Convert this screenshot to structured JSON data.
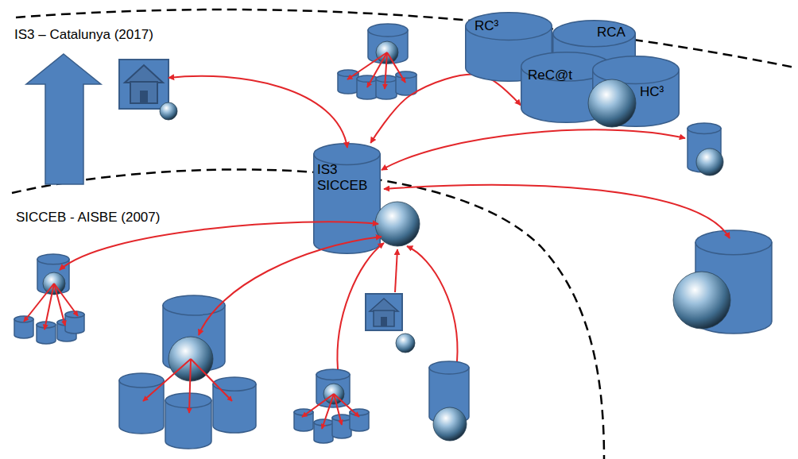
{
  "diagram": {
    "nodes": [
      {
        "text": [
          "RC³"
        ]
      },
      {
        "text": [
          "RCA"
        ]
      },
      {
        "text": [
          "ReC@t"
        ]
      },
      {
        "text": [
          "HC³"
        ]
      },
      {
        "text": [
          "IS3 SICCEB"
        ]
      }
    ],
    "edges": [
      {
        "from": 4,
        "to": 2,
        "arrow": "both"
      }
    ],
    "labels": [
      "IS3 – Catalunya (2017)",
      "SICCEB - AISBE (2007)"
    ]
  }
}
